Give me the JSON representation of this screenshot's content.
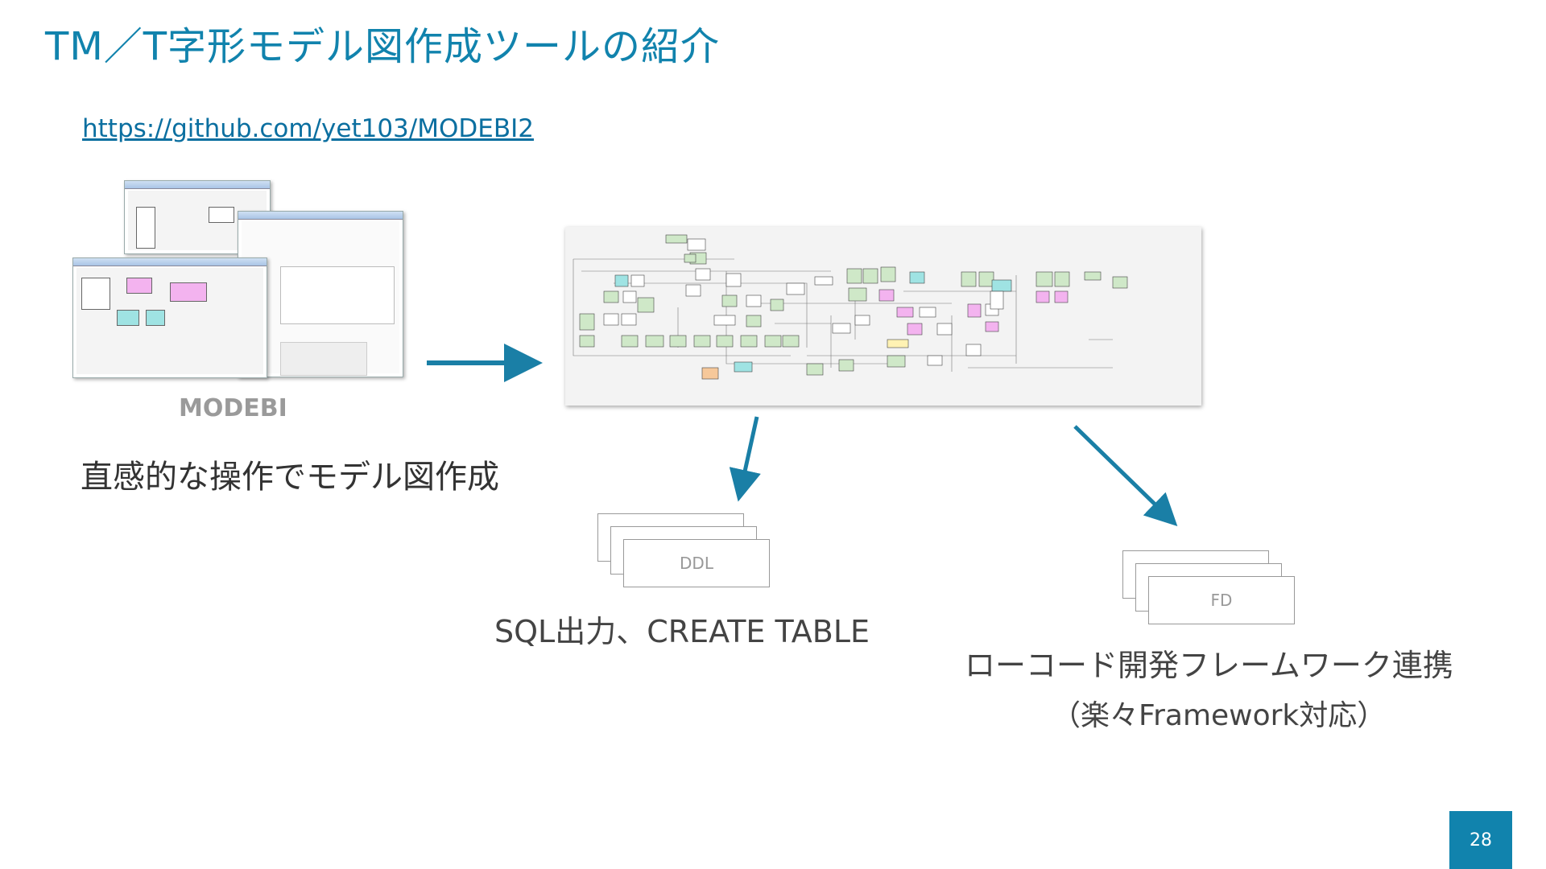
{
  "slide": {
    "title": "TM／T字形モデル図作成ツールの紹介",
    "link": "https://github.com/yet103/MODEBI2",
    "modebi_label": "MODEBI",
    "caption_modebi": "直感的な操作でモデル図作成",
    "ddl_label": "DDL",
    "caption_sql": "SQL出力、CREATE TABLE",
    "fd_label": "FD",
    "caption_lowcode": "ローコード開発フレームワーク連携",
    "caption_framework": "（楽々Framework対応）",
    "page_number": "28"
  },
  "colors": {
    "accent": "#1183ad",
    "arrow": "#1a7fa6",
    "entity_teal": "#9fe3e3",
    "entity_pink": "#f3b3ef",
    "entity_green": "#cfe8c8"
  }
}
